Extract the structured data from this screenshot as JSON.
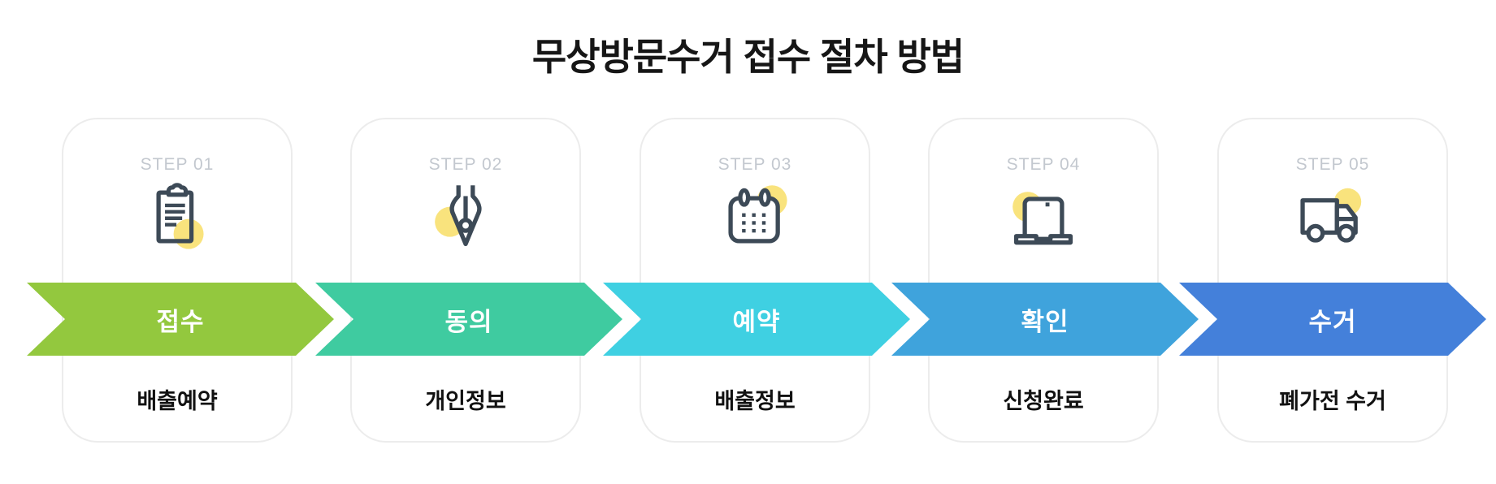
{
  "title": "무상방문수거 접수 절차 방법",
  "colors": {
    "arrow_step1": "#93c83e",
    "arrow_step2": "#3fcba0",
    "arrow_step3": "#3fd0e2",
    "arrow_step4": "#3fa3dc",
    "arrow_step5": "#4480da",
    "icon_stroke": "#3d4a57",
    "icon_accent_circle": "#f9e37d",
    "step_label_gray": "#c3c8cf",
    "card_border": "#ececec"
  },
  "steps": [
    {
      "step_label": "STEP 01",
      "icon": "clipboard-icon",
      "arrow_label": "접수",
      "description": "배출예약",
      "arrow_color": "#93c83e"
    },
    {
      "step_label": "STEP 02",
      "icon": "pen-nib-icon",
      "arrow_label": "동의",
      "description": "개인정보",
      "arrow_color": "#3fcba0"
    },
    {
      "step_label": "STEP 03",
      "icon": "calendar-icon",
      "arrow_label": "예약",
      "description": "배출정보",
      "arrow_color": "#3fd0e2"
    },
    {
      "step_label": "STEP 04",
      "icon": "laptop-icon",
      "arrow_label": "확인",
      "description": "신청완료",
      "arrow_color": "#3fa3dc"
    },
    {
      "step_label": "STEP 05",
      "icon": "truck-icon",
      "arrow_label": "수거",
      "description": "폐가전 수거",
      "arrow_color": "#4480da"
    }
  ]
}
